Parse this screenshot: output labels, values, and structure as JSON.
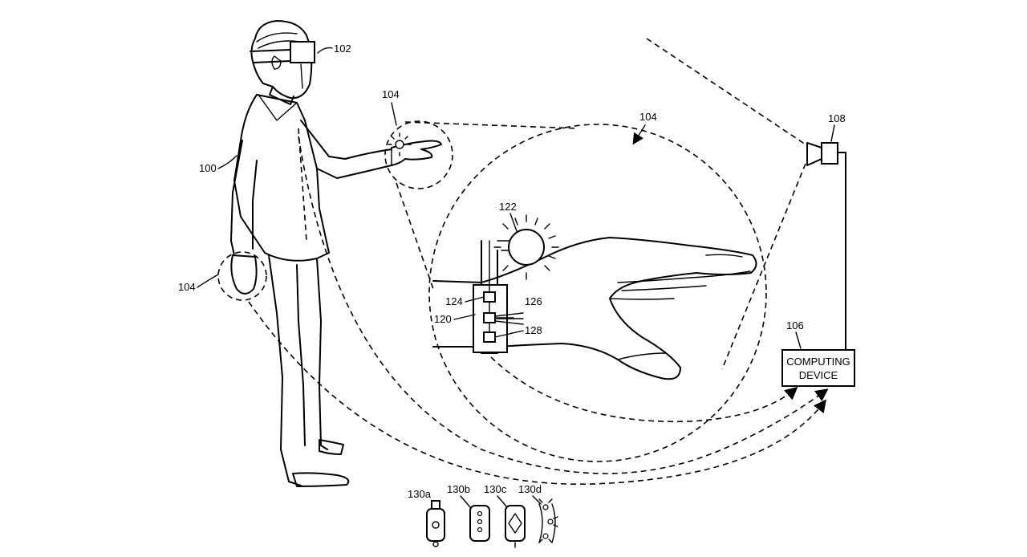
{
  "labels": {
    "user": "100",
    "headset": "102",
    "wearable_region_a": "104",
    "wearable_region_b": "104",
    "wearable_region_c": "104",
    "computing_device_ref": "106",
    "camera": "108",
    "wearable_device": "120",
    "light_source": "122",
    "component_a": "124",
    "component_b": "126",
    "component_c": "128",
    "variant_a": "130a",
    "variant_b": "130b",
    "variant_c": "130c",
    "variant_d": "130d"
  },
  "computing_device": {
    "line1": "COMPUTING",
    "line2": "DEVICE"
  }
}
